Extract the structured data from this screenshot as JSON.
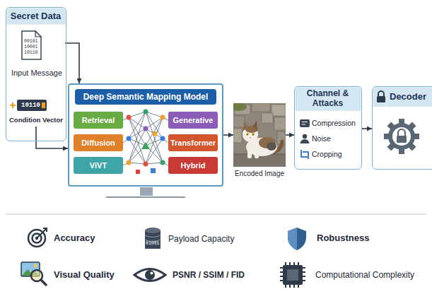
{
  "diagram": {
    "nodes": [
      {
        "text": [
          "Secret Data"
        ]
      },
      {
        "text": [
          "Input Message"
        ],
        "in": 0
      },
      {
        "text": [
          "Condition Vector"
        ],
        "in": 0
      },
      {
        "text": [
          "Deep Semantic Mapping Model"
        ]
      },
      {
        "text": [
          "Retrieval"
        ],
        "in": 3
      },
      {
        "text": [
          "Generative"
        ],
        "in": 3
      },
      {
        "text": [
          "Diffusion"
        ],
        "in": 3
      },
      {
        "text": [
          "Transformer"
        ],
        "in": 3
      },
      {
        "text": [
          "ViVT"
        ],
        "in": 3
      },
      {
        "text": [
          "Hybrid"
        ],
        "in": 3
      },
      {
        "text": [
          "Encoded Image"
        ]
      },
      {
        "text": [
          "Channel & Attacks",
          "Compression",
          "Noise",
          "Cropping"
        ]
      },
      {
        "text": [
          "Decoder"
        ]
      }
    ],
    "edges": [
      {
        "from": 1,
        "to": 3,
        "arrow": "to"
      },
      {
        "from": 2,
        "to": 3,
        "arrow": "to"
      },
      {
        "from": 3,
        "to": 10,
        "arrow": "to"
      },
      {
        "from": 10,
        "to": 11,
        "arrow": "to"
      },
      {
        "from": 11,
        "to": 12,
        "arrow": "to"
      }
    ],
    "labels": [
      "00101",
      "10001",
      "10110",
      "10110",
      "Accuracy",
      "Payload Capacity",
      "01001",
      "Robustness",
      "Visual Quality",
      "PSNR / SSIM / FID",
      "Computational Complexity"
    ]
  }
}
